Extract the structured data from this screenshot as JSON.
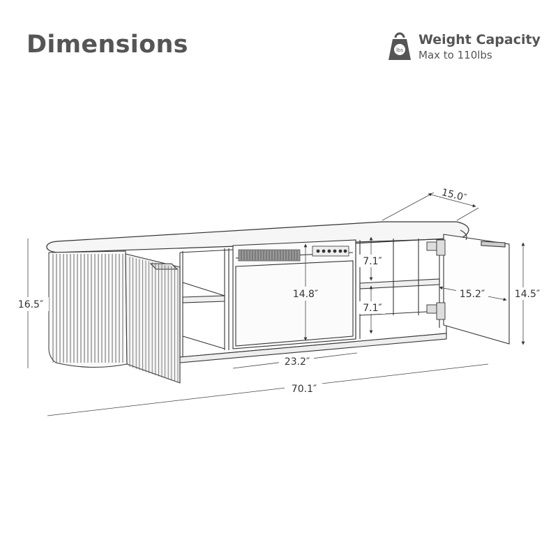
{
  "header": {
    "title": "Dimensions",
    "weight_title": "Weight Capacity",
    "weight_sub": "Max to 110lbs",
    "weight_badge": "lbs"
  },
  "dimensions": {
    "depth_top": "15.0″",
    "height_left": "16.5″",
    "shelf_upper": "7.1″",
    "shelf_lower": "7.1″",
    "fireplace_height": "14.8″",
    "door_depth": "15.2″",
    "door_height": "14.5″",
    "fireplace_width": "23.2″",
    "total_length": "70.1″"
  }
}
